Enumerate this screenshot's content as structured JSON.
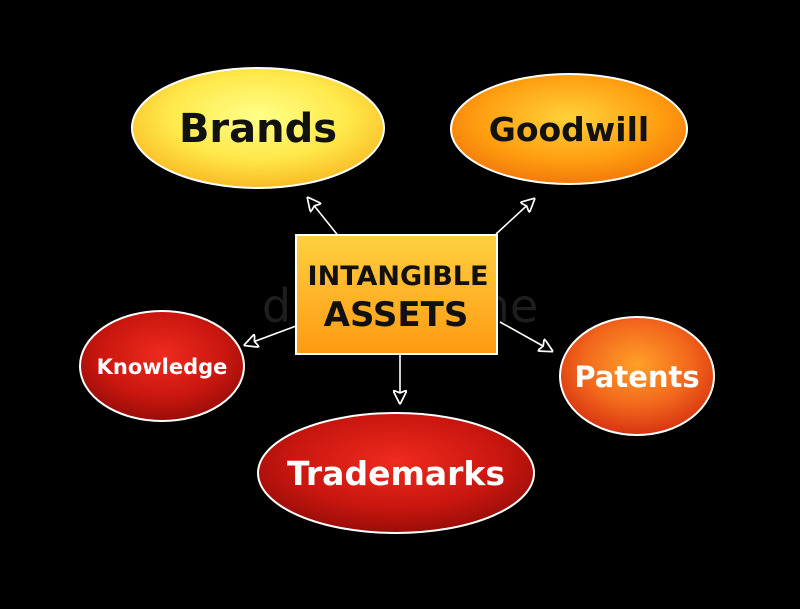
{
  "center": {
    "line1": "INTANGIBLE",
    "line2": "ASSETS"
  },
  "nodes": {
    "brands": "Brands",
    "goodwill": "Goodwill",
    "knowledge": "Knowledge",
    "patents": "Patents",
    "trademarks": "Trademarks"
  },
  "watermark": "dreamstime",
  "colors": {
    "background": "#000000",
    "center_fill": "#ffb21f",
    "brands_fill": "#ffe34a",
    "goodwill_fill": "#ff9a0a",
    "knowledge_fill": "#cc1a14",
    "patents_fill": "#f0561a",
    "trademarks_fill": "#cc1a14",
    "outline": "#ffffff"
  }
}
